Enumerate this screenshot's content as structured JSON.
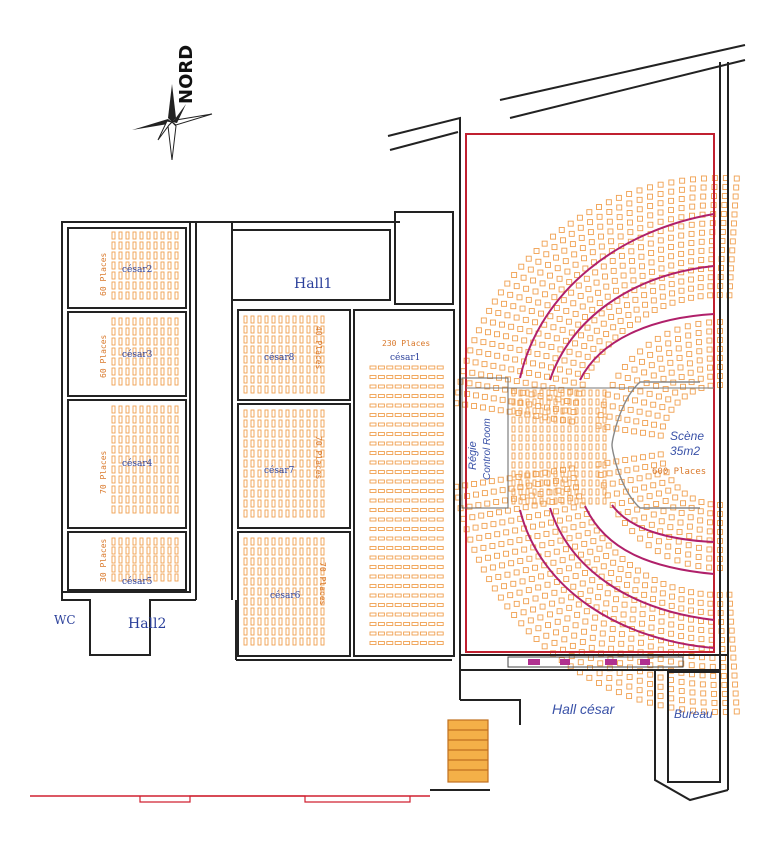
{
  "compass": {
    "label": "NORD"
  },
  "halls": {
    "hall1": "Hall1",
    "hall2": "Hall2",
    "hall_cesar": "Hall césar",
    "wc": "WC",
    "bureau": "Bureau"
  },
  "rooms": {
    "cesar2": {
      "name": "césar2",
      "capacity": "60 Places"
    },
    "cesar3": {
      "name": "césar3",
      "capacity": "60 Places"
    },
    "cesar4": {
      "name": "césar4",
      "capacity": "70 Places"
    },
    "cesar5": {
      "name": "césar5",
      "capacity": "30 Places"
    },
    "cesar8": {
      "name": "césar8",
      "capacity": "40 Places"
    },
    "cesar7": {
      "name": "césar7",
      "capacity": "70 Places"
    },
    "cesar6": {
      "name": "césar6",
      "capacity": "70 Places"
    },
    "cesar1": {
      "name": "césar1",
      "capacity": "230 Places"
    }
  },
  "main_hall": {
    "regie": "Régie",
    "control_room": "Control Room",
    "scene": "Scène",
    "scene_area": "35m2",
    "capacity": "600 Places"
  },
  "colors": {
    "seat": "#f0a050",
    "wall": "#222222",
    "magenta": "#c0307a",
    "red": "#d02020",
    "label": "#2a3f9a"
  }
}
